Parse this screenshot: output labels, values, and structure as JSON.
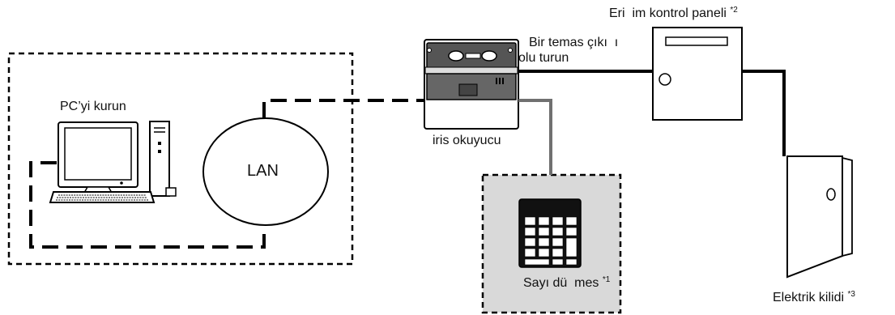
{
  "labels": {
    "pc": "PC’yi kurun",
    "lan": "LAN",
    "iris_reader": "iris okuyucu",
    "contact_output_line1": "Bir temas çıkı  ı",
    "contact_output_line2": "olu turun",
    "access_panel": "Eri  im kontrol paneli ",
    "access_panel_note": "*2",
    "keypad": "Sayı dü  mes",
    "keypad_note": "*1",
    "electric_lock": "Elektrik kilidi ",
    "electric_lock_note": "*3"
  },
  "colors": {
    "line": "#000000",
    "gray_line": "#707070",
    "keypad_box_fill": "#d9d9d9"
  }
}
